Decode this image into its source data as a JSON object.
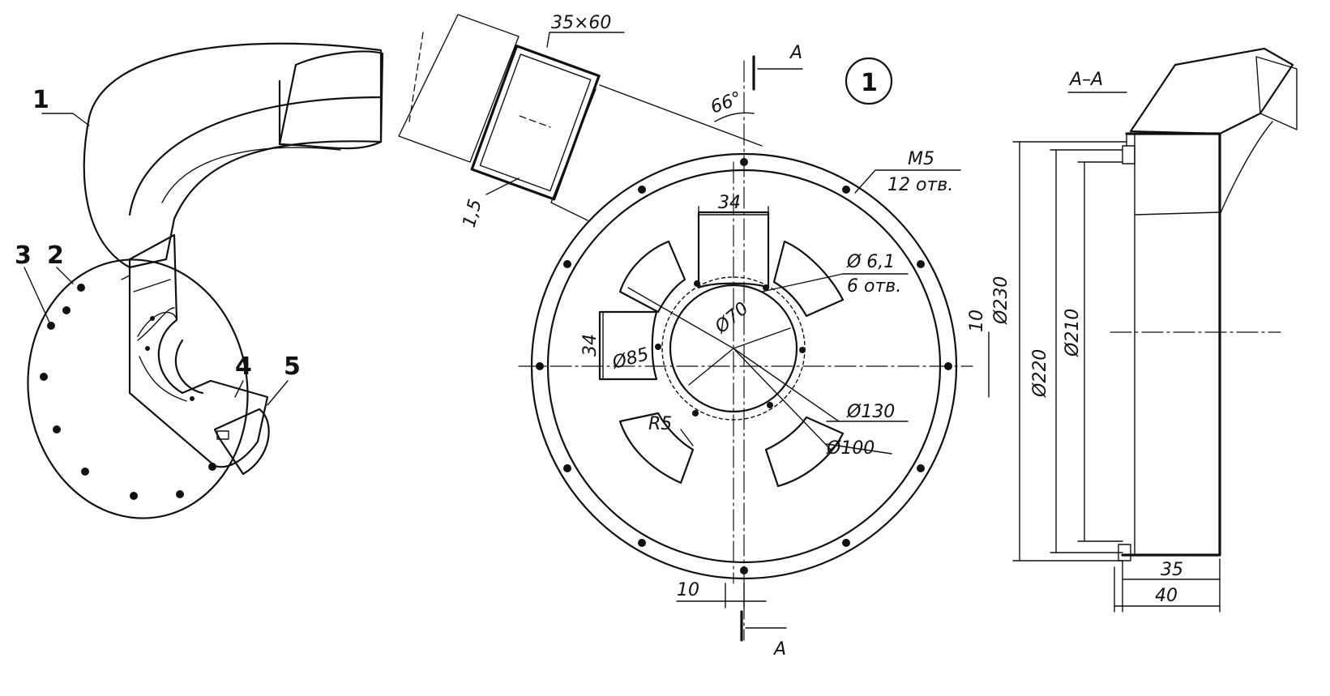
{
  "figure_number": "1",
  "callouts": [
    "1",
    "2",
    "3",
    "4",
    "5"
  ],
  "duct": {
    "size": "35×60",
    "wall": "1,5",
    "angle": "66°"
  },
  "section_mark": "A",
  "section_title": "A–A",
  "dimensions": {
    "slot_width_top": "34",
    "slot_width_side": "34",
    "bolt_holes_thread": "M5",
    "bolt_holes_count": "12 отв.",
    "small_holes_dia": "Ø 6,1",
    "small_holes_count": "6 отв.",
    "d70": "Ø70",
    "d85": "Ø85",
    "d130": "Ø130",
    "d100": "Ø100",
    "r5": "R5",
    "d230_gap": "10",
    "d230": "Ø230",
    "bottom_offset": "10",
    "d220": "Ø220",
    "d210": "Ø210",
    "depth_inner": "35",
    "depth_outer": "40"
  }
}
